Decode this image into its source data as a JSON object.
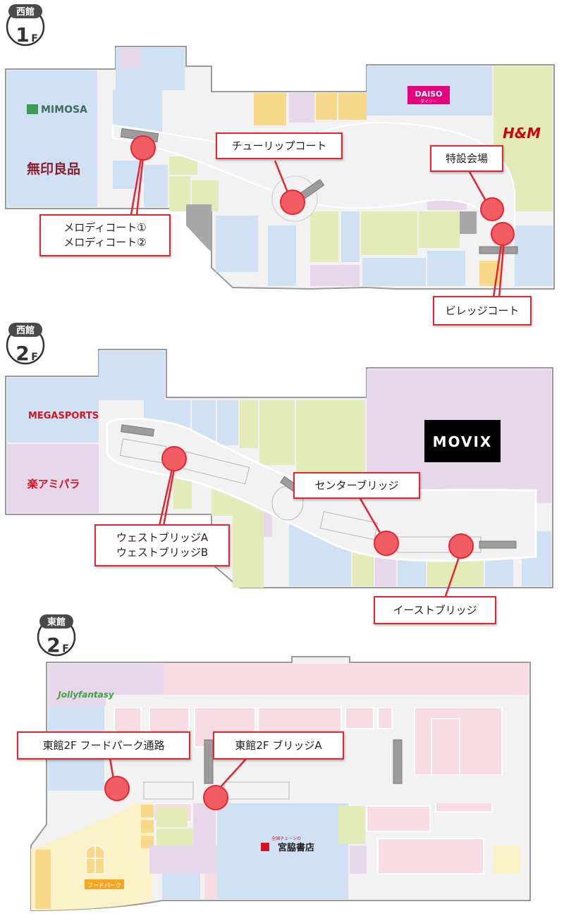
{
  "floors": [
    {
      "building": "西館",
      "level": "1",
      "unit": "F",
      "stores": [
        "MIMOSA",
        "無印良品",
        "DAISO",
        "ダイソー",
        "H&M"
      ],
      "spots": [
        {
          "lines": [
            "チューリップコート"
          ]
        },
        {
          "lines": [
            "特設会場"
          ]
        },
        {
          "lines": [
            "メロディコート①",
            "メロディコート②"
          ]
        },
        {
          "lines": [
            "ビレッジコート"
          ]
        }
      ]
    },
    {
      "building": "西館",
      "level": "2",
      "unit": "F",
      "stores": [
        "MEGASPORTS",
        "楽アミパラ",
        "MOVIX"
      ],
      "spots": [
        {
          "lines": [
            "センターブリッジ"
          ]
        },
        {
          "lines": [
            "ウェストブリッジA",
            "ウェストブリッジB"
          ]
        },
        {
          "lines": [
            "イーストブリッジ"
          ]
        }
      ]
    },
    {
      "building": "東館",
      "level": "2",
      "unit": "F",
      "stores": [
        "Jollyfantasy",
        "全国チェーンの",
        "宮脇書店",
        "フードパーク"
      ],
      "spots": [
        {
          "lines": [
            "東館2F フードパーク通路"
          ]
        },
        {
          "lines": [
            "東館2F ブリッジA"
          ]
        }
      ]
    }
  ],
  "colors": {
    "accent_red": "#e8242f",
    "marker_fill": "#f25d64",
    "shop_blue": "#cfe1f3",
    "shop_yellow": "#f8d98a",
    "shop_purple": "#e6d8ea",
    "shop_green": "#e3ecb8",
    "shop_pink": "#f7dde3",
    "corridor": "#f2f2f2",
    "outline": "#9a9a9a",
    "badge_dark": "#4a4a4a"
  }
}
